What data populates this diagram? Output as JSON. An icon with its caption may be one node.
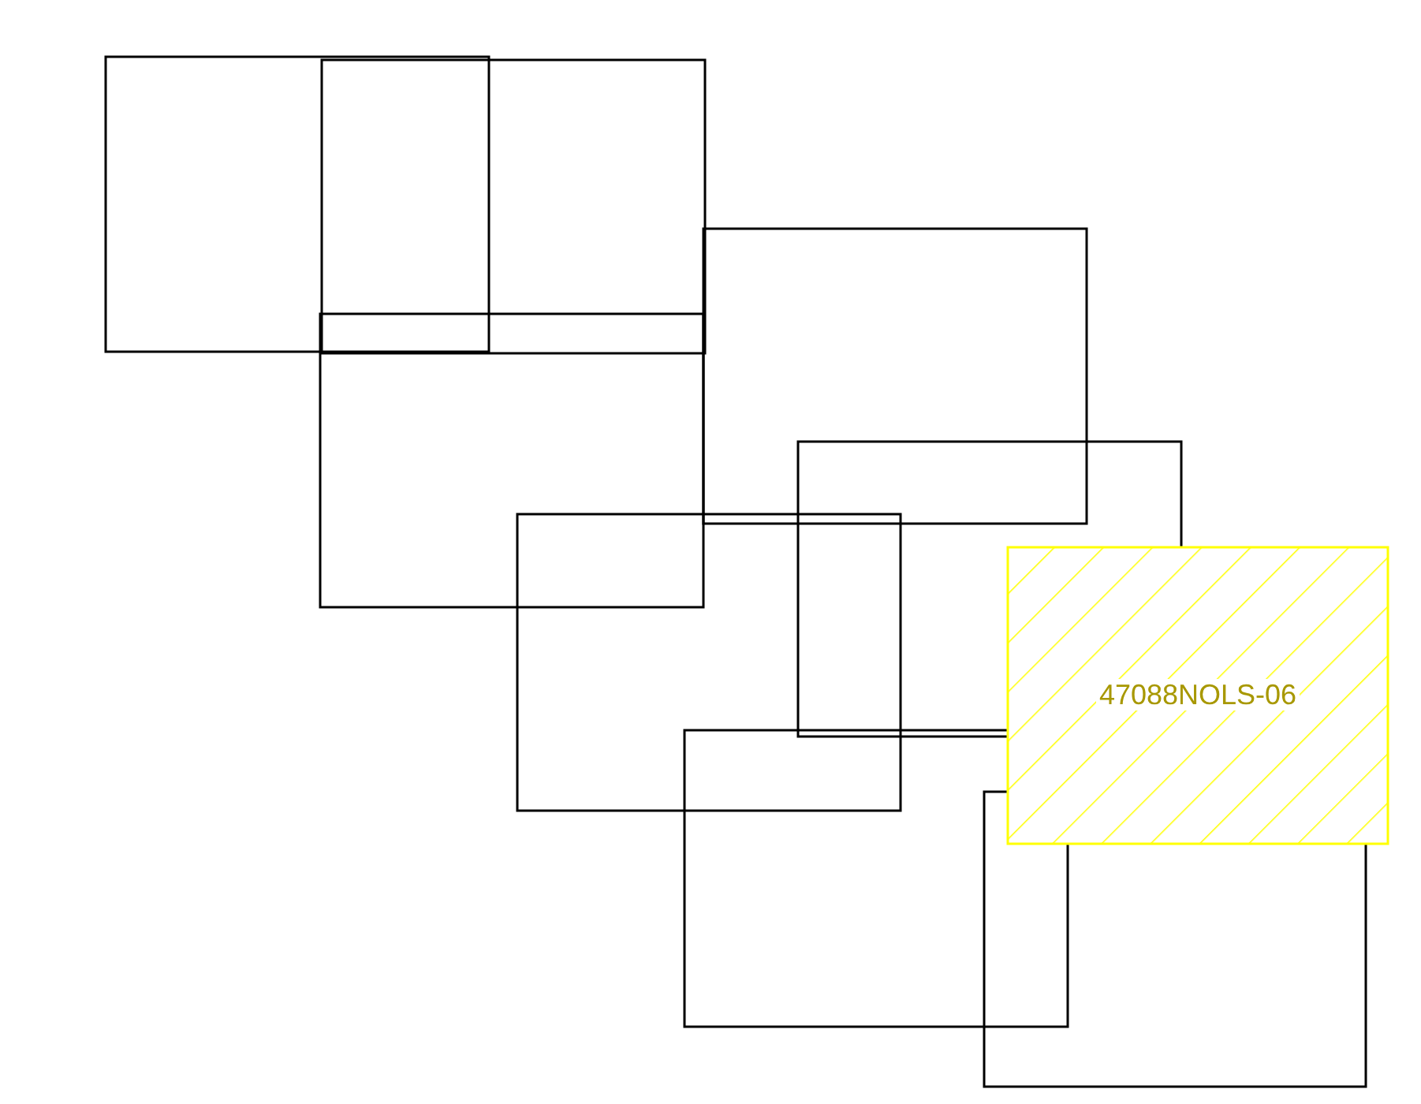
{
  "diagram": {
    "nodes": [
      {
        "text": [],
        "shape": "box"
      },
      {
        "text": [],
        "shape": "box"
      },
      {
        "text": [],
        "shape": "box"
      },
      {
        "text": [],
        "shape": "box"
      },
      {
        "text": [],
        "shape": "box"
      },
      {
        "text": [],
        "shape": "box"
      },
      {
        "text": [
          "47088NOLS-06"
        ]
      },
      {
        "text": [],
        "shape": "box"
      },
      {
        "text": [],
        "shape": "box"
      }
    ]
  }
}
